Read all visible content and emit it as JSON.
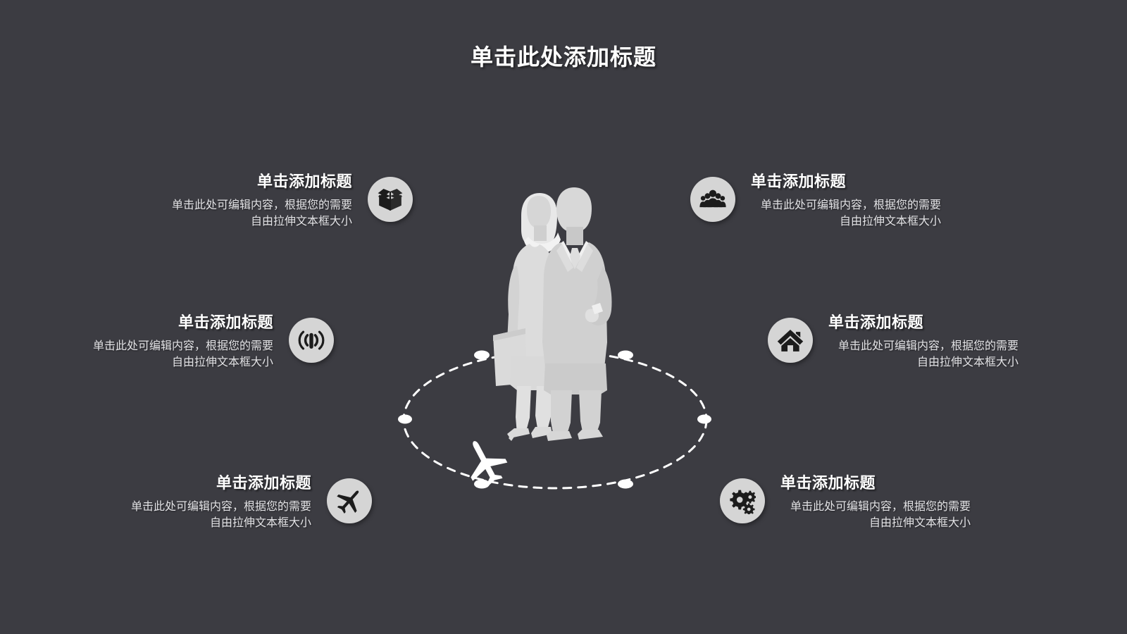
{
  "slide": {
    "title": "单击此处添加标题",
    "background_color": "#3c3c42",
    "title_color": "#ffffff",
    "icon_circle_color": "#d5d5d5",
    "icon_glyph_color": "#1c1c1c",
    "orbit_color": "#ffffff",
    "silhouette_color": "#d6d6d6"
  },
  "center": {
    "silhouette_name": "two-business-people-silhouette",
    "orbit_name": "dashed-ellipse-orbit",
    "orbit_dot_count": 6,
    "airplane_name": "airplane-on-orbit"
  },
  "items": [
    {
      "id": "item-0",
      "side": "left",
      "icon": "package-box-icon",
      "title": "单击添加标题",
      "desc": "单击此处可编辑内容，根据您的需要自由拉伸文本框大小"
    },
    {
      "id": "item-1",
      "side": "left",
      "icon": "signal-broadcast-icon",
      "title": "单击添加标题",
      "desc": "单击此处可编辑内容，根据您的需要自由拉伸文本框大小"
    },
    {
      "id": "item-2",
      "side": "left",
      "icon": "airplane-icon",
      "title": "单击添加标题",
      "desc": "单击此处可编辑内容，根据您的需要自由拉伸文本框大小"
    },
    {
      "id": "item-3",
      "side": "right",
      "icon": "people-group-icon",
      "title": "单击添加标题",
      "desc": "单击此处可编辑内容，根据您的需要自由拉伸文本框大小"
    },
    {
      "id": "item-4",
      "side": "right",
      "icon": "home-house-icon",
      "title": "单击添加标题",
      "desc": "单击此处可编辑内容，根据您的需要自由拉伸文本框大小"
    },
    {
      "id": "item-5",
      "side": "right",
      "icon": "gears-settings-icon",
      "title": "单击添加标题",
      "desc": "单击此处可编辑内容，根据您的需要自由拉伸文本框大小"
    }
  ]
}
